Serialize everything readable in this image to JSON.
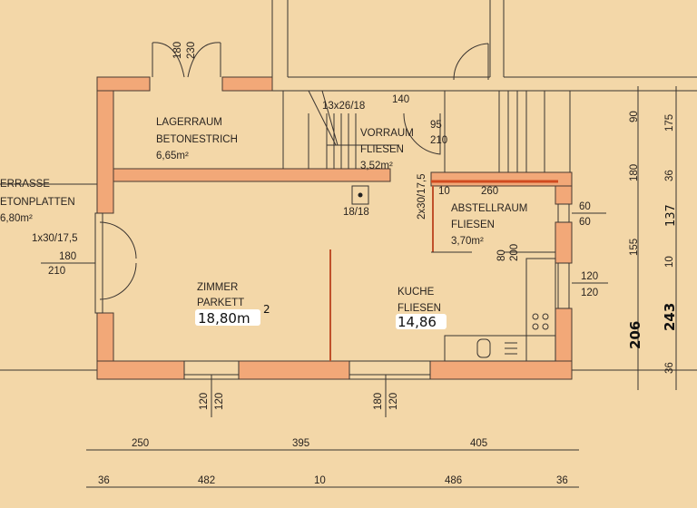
{
  "rooms": {
    "lagerraum": {
      "name": "LAGERRAUM",
      "floor": "BETONESTRICH",
      "area": "6,65m²"
    },
    "vorraum": {
      "name": "VORRAUM",
      "floor": "FLIESEN",
      "area": "3,52m²"
    },
    "terrasse": {
      "name": "ERRASSE",
      "floor": "ETONPLATTEN",
      "area": "6,80m²"
    },
    "abstellraum": {
      "name": "ABSTELLRAUM",
      "floor": "FLIESEN",
      "area": "3,70m²"
    },
    "zimmer": {
      "name": "ZIMMER",
      "floor": "PARKETT",
      "area": "18,80m",
      "area_sup": "2"
    },
    "kueche": {
      "name": "KUCHE",
      "floor": "FLIESEN",
      "area": "14,86"
    }
  },
  "labels": {
    "stairs": "13x26/18",
    "stair_width": "140",
    "door_vorraum_w": "95",
    "door_vorraum_h": "210",
    "chimney": "18/18",
    "steps": "2x30/17,5",
    "terrace_step": "1x30/17,5",
    "terrace_door_w": "180",
    "terrace_door_h": "210",
    "top_door_w": "180",
    "top_door_h": "230",
    "abst_width": "260",
    "abst_10": "10",
    "abst_door_a": "80",
    "abst_door_b": "200",
    "win_abst_w": "60",
    "win_abst_h": "60",
    "win_kueche_w": "120",
    "win_kueche_h": "120",
    "win_zimmer_w": "120",
    "win_zimmer_h": "120",
    "win_kueche_s_w": "180",
    "win_kueche_s_h": "120"
  },
  "dims_bottom_outer": [
    "250",
    "395",
    "405"
  ],
  "dims_bottom_inner": [
    "36",
    "482",
    "10",
    "486",
    "36"
  ],
  "dims_right_a": [
    "90",
    "180",
    "155",
    "206"
  ],
  "dims_right_b": [
    "175",
    "36",
    "137",
    "10",
    "243",
    "36"
  ]
}
